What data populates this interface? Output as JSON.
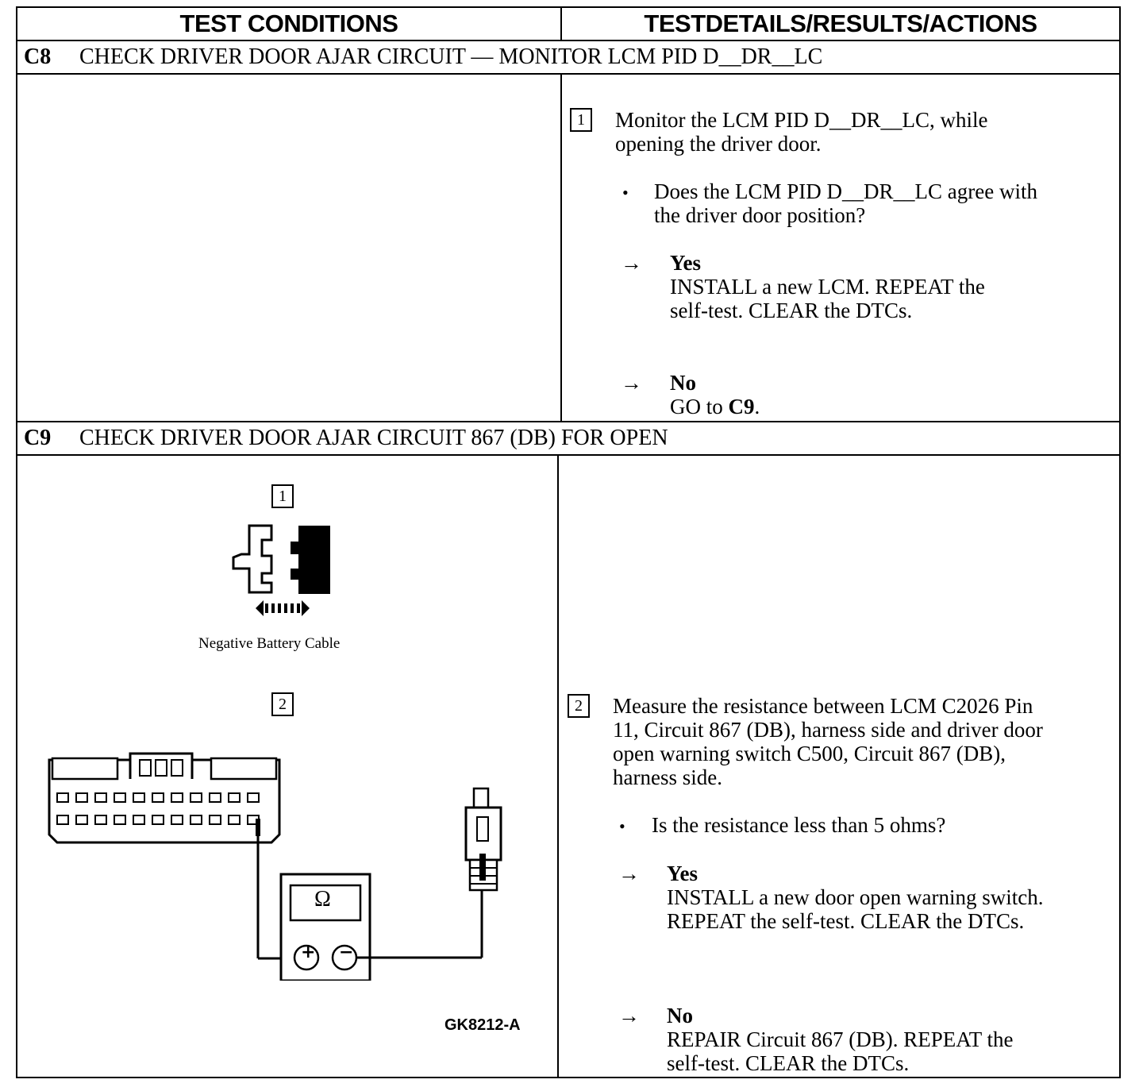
{
  "header": {
    "col_left": "TEST CONDITIONS",
    "col_right": "TESTDETAILS/RESULTS/ACTIONS"
  },
  "c8": {
    "id": "C8",
    "title": "CHECK DRIVER DOOR AJAR CIRCUIT — MONITOR LCM PID D__DR__LC",
    "step_num": "1",
    "instruction_l1": "Monitor the LCM PID D__DR__LC, while",
    "instruction_l2": "opening the driver door.",
    "bullet": "•",
    "question_l1": "Does the LCM PID D__DR__LC agree with",
    "question_l2": "the driver door position?",
    "arrow": "→",
    "yes_label": "Yes",
    "yes_l1": "INSTALL a new LCM. REPEAT the",
    "yes_l2": "self-test. CLEAR the DTCs.",
    "no_label": "No",
    "no_pre": "GO to ",
    "no_ref": "C9",
    "no_post": "."
  },
  "c9": {
    "id": "C9",
    "title": "CHECK DRIVER DOOR AJAR CIRCUIT 867 (DB) FOR OPEN",
    "fig_step1": "1",
    "fig_caption": "Negative Battery Cable",
    "fig_step2": "2",
    "meter_symbol": "Ω",
    "plus": "+",
    "minus": "−",
    "figure_id": "GK8212-A",
    "step_num": "2",
    "instruction_l1": "Measure the resistance between LCM C2026 Pin",
    "instruction_l2": "11, Circuit 867 (DB), harness side and driver door",
    "instruction_l3": "open warning switch C500, Circuit 867 (DB),",
    "instruction_l4": "harness side.",
    "bullet": "•",
    "question": "Is the resistance less than 5 ohms?",
    "arrow": "→",
    "yes_label": "Yes",
    "yes_l1": "INSTALL a new door open warning switch.",
    "yes_l2": "REPEAT the self-test. CLEAR the DTCs.",
    "no_label": "No",
    "no_l1": "REPAIR Circuit 867 (DB). REPEAT the",
    "no_l2": "self-test. CLEAR the DTCs."
  }
}
